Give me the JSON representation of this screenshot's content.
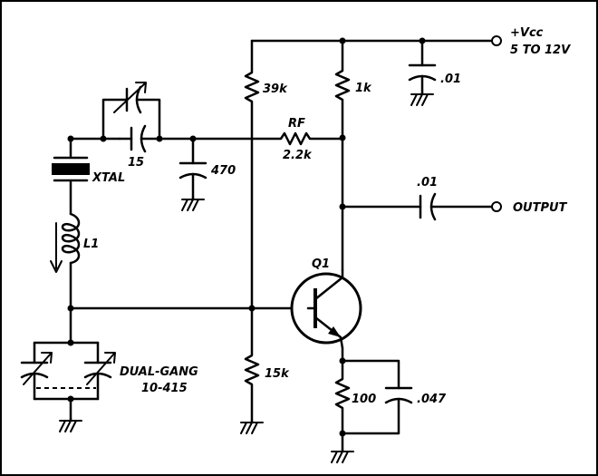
{
  "labels": {
    "vcc_line1": "+Vcc",
    "vcc_line2": "5 TO 12V",
    "cap_vcc": ".01",
    "r_39k": "39k",
    "r_1k": "1k",
    "rf_name": "RF",
    "rf_value": "2.2k",
    "cap_15": "15",
    "cap_470": "470",
    "xtal": "XTAL",
    "cap_out": ".01",
    "output": "OUTPUT",
    "l1": "L1",
    "q1": "Q1",
    "gang_line1": "DUAL-GANG",
    "gang_line2": "10-415",
    "r_15k": "15k",
    "r_100": "100",
    "cap_047": ".047"
  }
}
